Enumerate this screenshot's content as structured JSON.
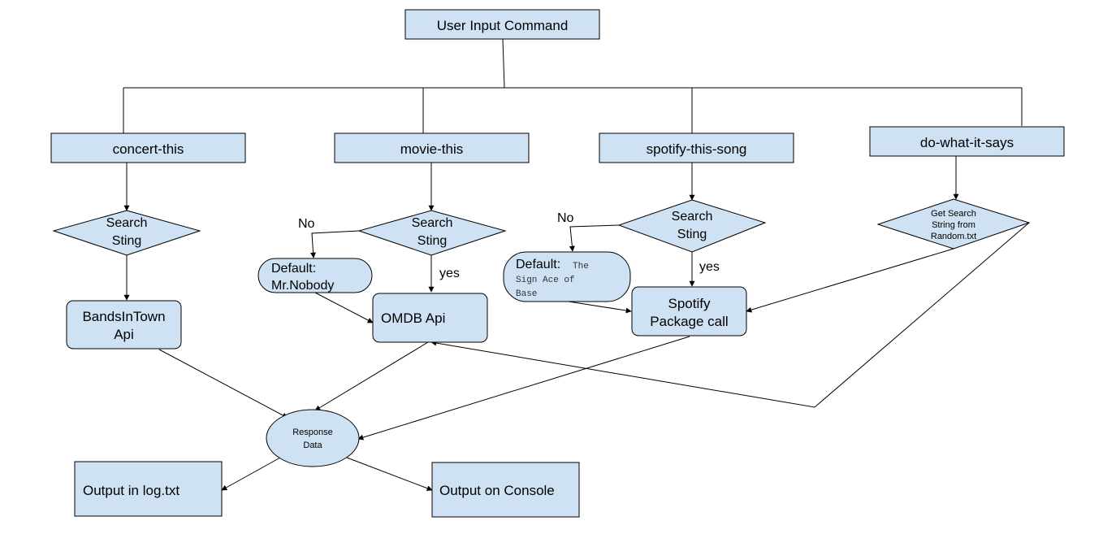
{
  "nodes": {
    "user_input": "User Input Command",
    "concert_this": "concert-this",
    "movie_this": "movie-this",
    "spotify_this_song": "spotify-this-song",
    "do_what_it_says": "do-what-it-says",
    "search_concert": [
      "Search",
      "Sting"
    ],
    "search_movie": [
      "Search",
      "Sting"
    ],
    "search_spotify": [
      "Search",
      "Sting"
    ],
    "get_search_string": [
      "Get Search",
      "String from",
      "Random.txt"
    ],
    "default_movie": [
      "Default:",
      "Mr.Nobody"
    ],
    "default_spotify_label": "Default:",
    "default_spotify_value": [
      "The",
      "Sign Ace of",
      "Base"
    ],
    "bandsintown": [
      "BandsInTown",
      "Api"
    ],
    "omdb": "OMDB Api",
    "spotify_call": [
      "Spotify",
      "Package call"
    ],
    "response_data": [
      "Response",
      "Data"
    ],
    "output_log": "Output in log.txt",
    "output_console": "Output on Console"
  },
  "edge_labels": {
    "movie_no": "No",
    "movie_yes": "yes",
    "spotify_no": "No",
    "spotify_yes": "yes"
  }
}
